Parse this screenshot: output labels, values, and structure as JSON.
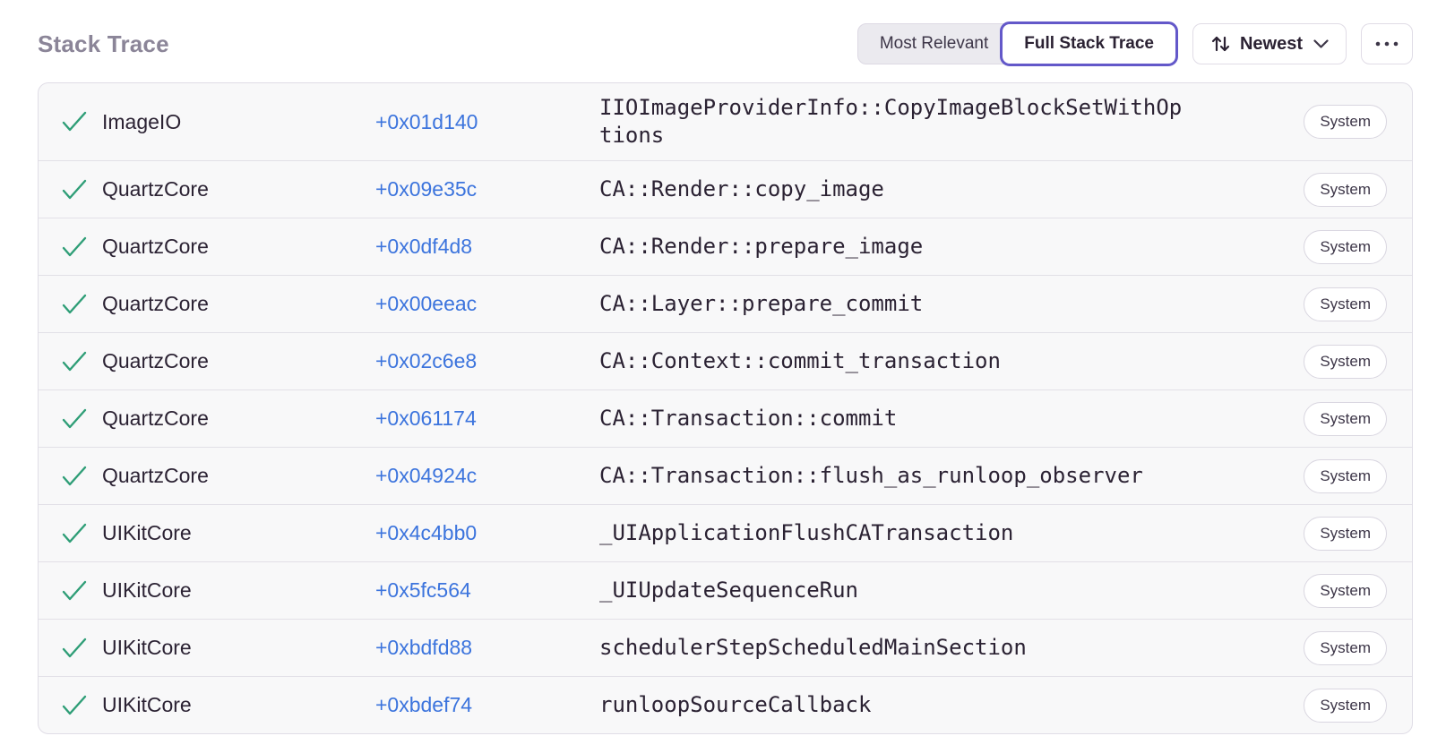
{
  "header": {
    "title": "Stack Trace",
    "view_toggle": {
      "options": [
        {
          "label": "Most Relevant",
          "selected": false
        },
        {
          "label": "Full Stack Trace",
          "selected": true
        }
      ]
    },
    "sort_button": {
      "label": "Newest",
      "icon": "sort-arrows",
      "chevron_icon": "chevron-down"
    },
    "more_button": {
      "icon": "ellipsis"
    }
  },
  "colors": {
    "accent_purple": "#6358c9",
    "link_blue": "#3c74dd",
    "success_green": "#2f9e77",
    "row_background": "#f8f8f9",
    "title_gray": "#8b8598"
  },
  "icons": {
    "frame_status": "checkmark",
    "sort": "up-down-arrows",
    "chevron": "chevron-down",
    "more": "ellipsis"
  },
  "frames": [
    {
      "module": "ImageIO",
      "address": "+0x01d140",
      "function": "IIOImageProviderInfo::CopyImageBlockSetWithOptions",
      "badge": "System"
    },
    {
      "module": "QuartzCore",
      "address": "+0x09e35c",
      "function": "CA::Render::copy_image",
      "badge": "System"
    },
    {
      "module": "QuartzCore",
      "address": "+0x0df4d8",
      "function": "CA::Render::prepare_image",
      "badge": "System"
    },
    {
      "module": "QuartzCore",
      "address": "+0x00eeac",
      "function": "CA::Layer::prepare_commit",
      "badge": "System"
    },
    {
      "module": "QuartzCore",
      "address": "+0x02c6e8",
      "function": "CA::Context::commit_transaction",
      "badge": "System"
    },
    {
      "module": "QuartzCore",
      "address": "+0x061174",
      "function": "CA::Transaction::commit",
      "badge": "System"
    },
    {
      "module": "QuartzCore",
      "address": "+0x04924c",
      "function": "CA::Transaction::flush_as_runloop_observer",
      "badge": "System"
    },
    {
      "module": "UIKitCore",
      "address": "+0x4c4bb0",
      "function": "_UIApplicationFlushCATransaction",
      "badge": "System"
    },
    {
      "module": "UIKitCore",
      "address": "+0x5fc564",
      "function": "_UIUpdateSequenceRun",
      "badge": "System"
    },
    {
      "module": "UIKitCore",
      "address": "+0xbdfd88",
      "function": "schedulerStepScheduledMainSection",
      "badge": "System"
    },
    {
      "module": "UIKitCore",
      "address": "+0xbdef74",
      "function": "runloopSourceCallback",
      "badge": "System"
    }
  ]
}
